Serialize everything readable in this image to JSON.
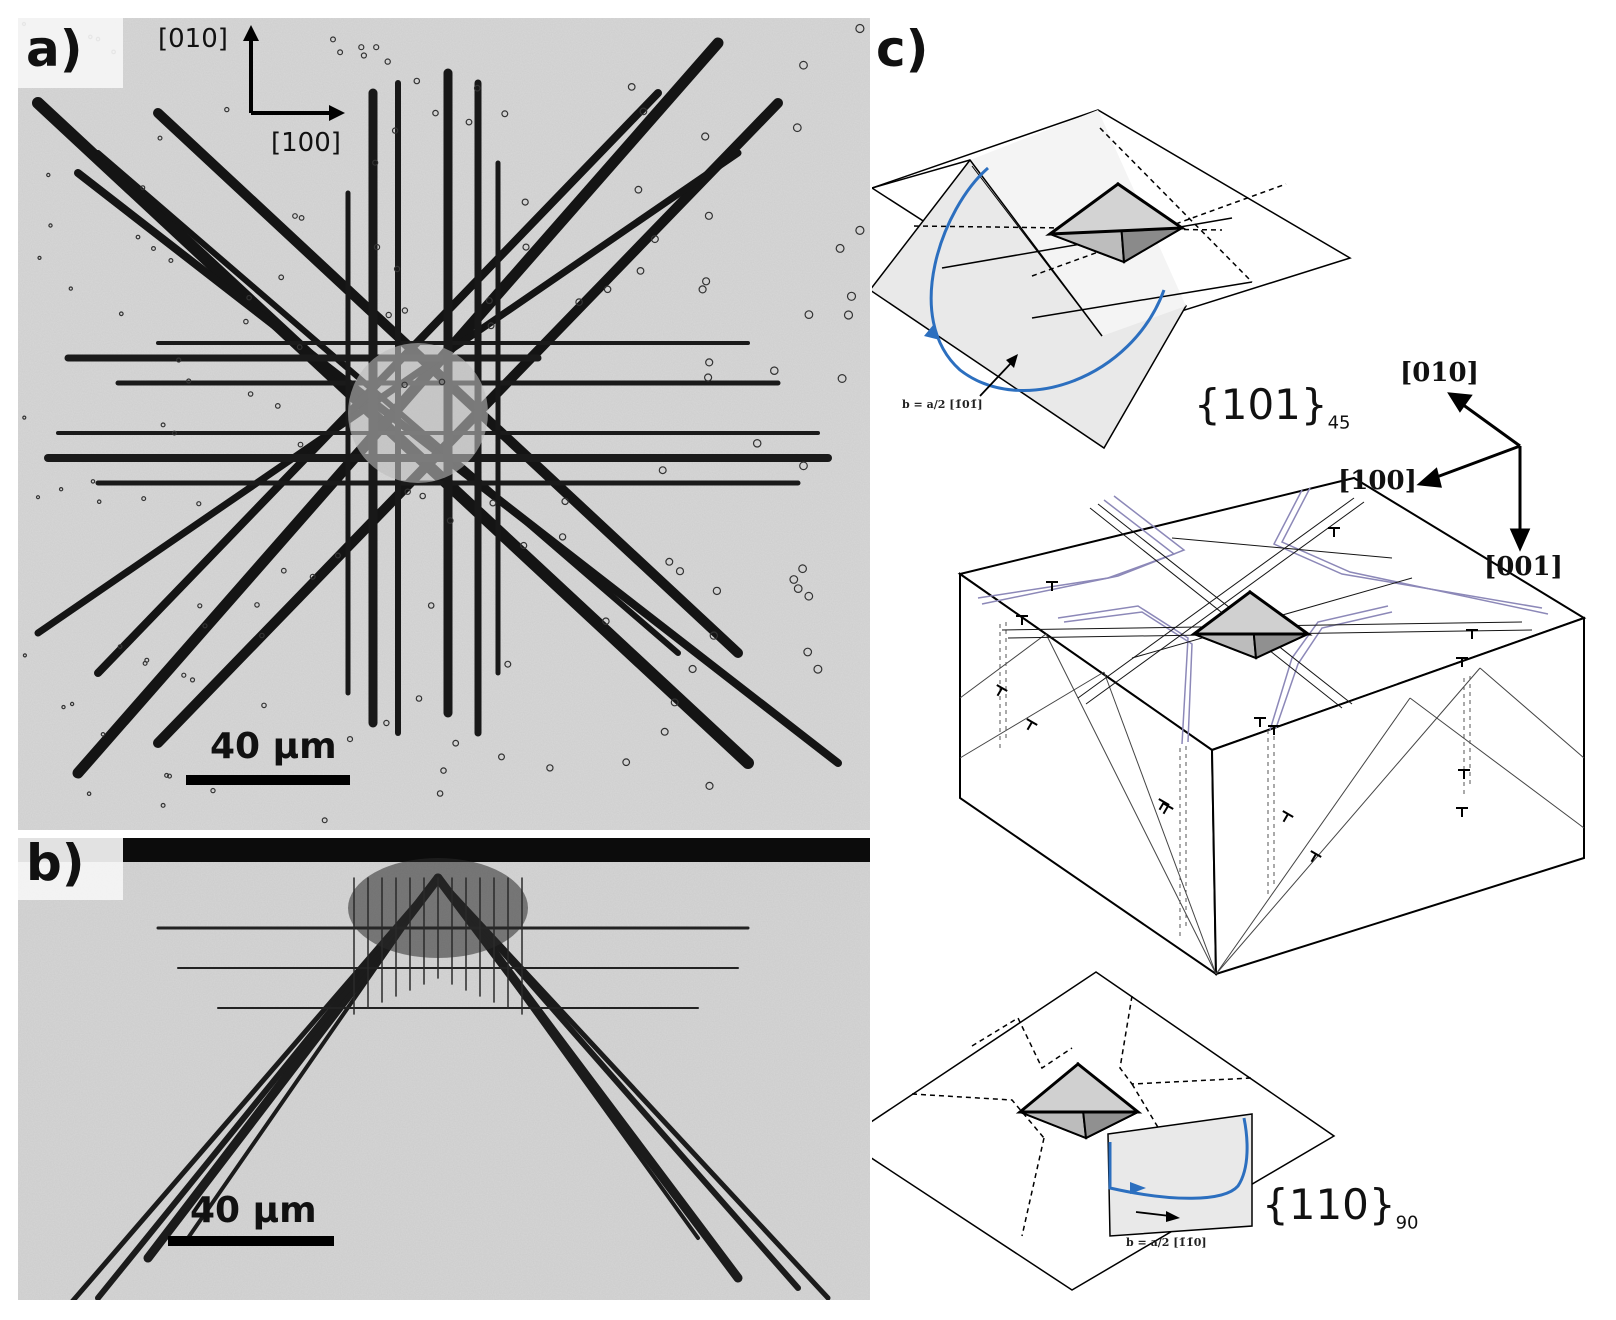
{
  "figure": {
    "panel_a": {
      "label": "a)",
      "axis_up": "[010]",
      "axis_right": "[100]",
      "scale_bar": "40 μm"
    },
    "panel_b": {
      "label": "b)",
      "scale_bar": "40 μm"
    },
    "panel_c": {
      "label": "c)",
      "top_plane": "{101}",
      "top_plane_sub": "45",
      "top_burgers": "b = a/2 [1̄01̄]",
      "bottom_plane": "{110}",
      "bottom_plane_sub": "90",
      "bottom_burgers": "b = a/2 [1̄1̄0]",
      "axis_010": "[010]",
      "axis_100": "[100]",
      "axis_001": "[001]"
    },
    "colors": {
      "loop_blue": "#2c6fbf",
      "dislocation_purple": "#8c88b8",
      "micrograph_bg": "#d6d6d6",
      "dislocation_dark": "#151515"
    }
  }
}
